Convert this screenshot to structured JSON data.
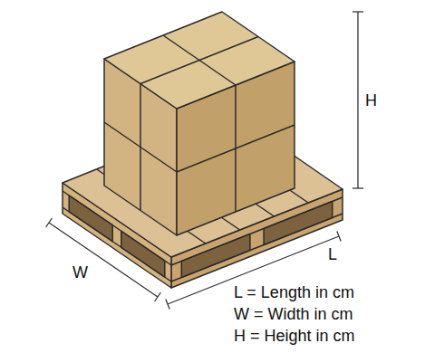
{
  "diagram": {
    "labels": [
      "H",
      "W",
      "L",
      "L = Length in cm",
      "W = Width in cm",
      "H = Height in cm"
    ]
  }
}
